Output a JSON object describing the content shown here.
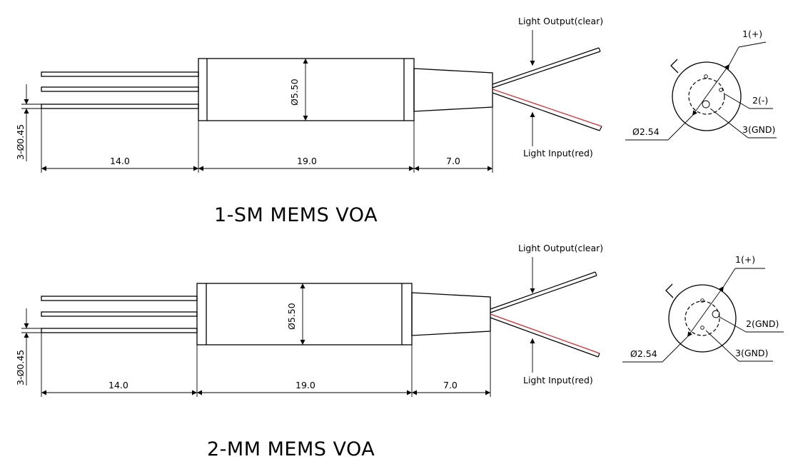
{
  "diagrams": [
    {
      "title": "1-SM  MEMS VOA",
      "light_output_label": "Light Output(clear)",
      "light_input_label": "Light Input(red)",
      "dimensions": {
        "pins": "14.0",
        "body": "19.0",
        "boot": "7.0",
        "diameter": "Ø5.50",
        "pin_diameter": "3-Ø0.45"
      },
      "pinout": {
        "circle_diameter": "Ø2.54",
        "pin1": "1(+)",
        "pin2": "2(-)",
        "pin3": "3(GND)"
      }
    },
    {
      "title": "2-MM  MEMS VOA",
      "light_output_label": "Light Output(clear)",
      "light_input_label": "Light Input(red)",
      "dimensions": {
        "pins": "14.0",
        "body": "19.0",
        "boot": "7.0",
        "diameter": "Ø5.50",
        "pin_diameter": "3-Ø0.45"
      },
      "pinout": {
        "circle_diameter": "Ø2.54",
        "pin1": "1(+)",
        "pin2": "2(GND)",
        "pin3": "3(GND)"
      }
    }
  ],
  "colors": {
    "line": "#000000",
    "input_fiber": "#d9262b",
    "background": "#ffffff"
  }
}
